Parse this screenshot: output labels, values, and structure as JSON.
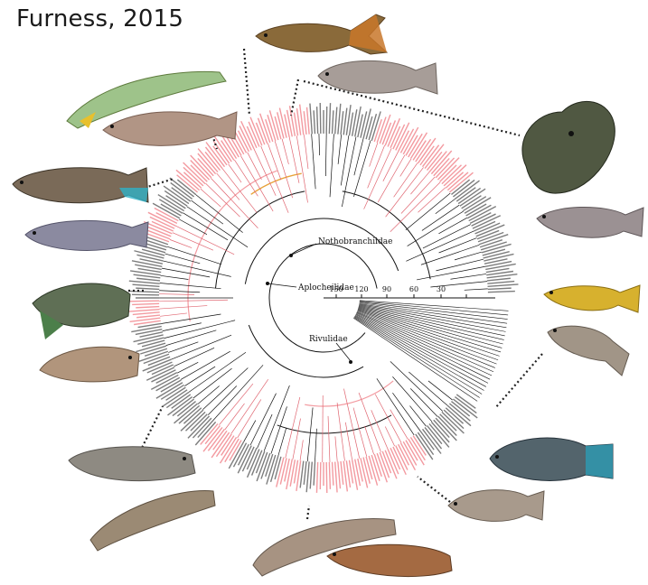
{
  "figure": {
    "title": "Furness, 2015",
    "clades": [
      {
        "label": "Nothobranchiidae"
      },
      {
        "label": "Aplocheilidae"
      },
      {
        "label": "Rivulidae"
      }
    ],
    "scale_ticks": [
      "150",
      "120",
      "90",
      "60",
      "30"
    ]
  },
  "colors": {
    "annual_highlight": "#f39aa0",
    "nonannual": "#7d7d7d",
    "branch": "#111111",
    "orange_branch": "#e8a33b"
  },
  "icons": [
    "fish-photo",
    "fish-photo",
    "fish-photo",
    "fish-photo",
    "fish-photo",
    "fish-photo",
    "fish-photo",
    "fish-photo",
    "fish-photo",
    "fish-photo",
    "fish-photo",
    "fish-photo",
    "fish-photo",
    "fish-photo",
    "fish-photo",
    "fish-photo",
    "fish-photo"
  ]
}
